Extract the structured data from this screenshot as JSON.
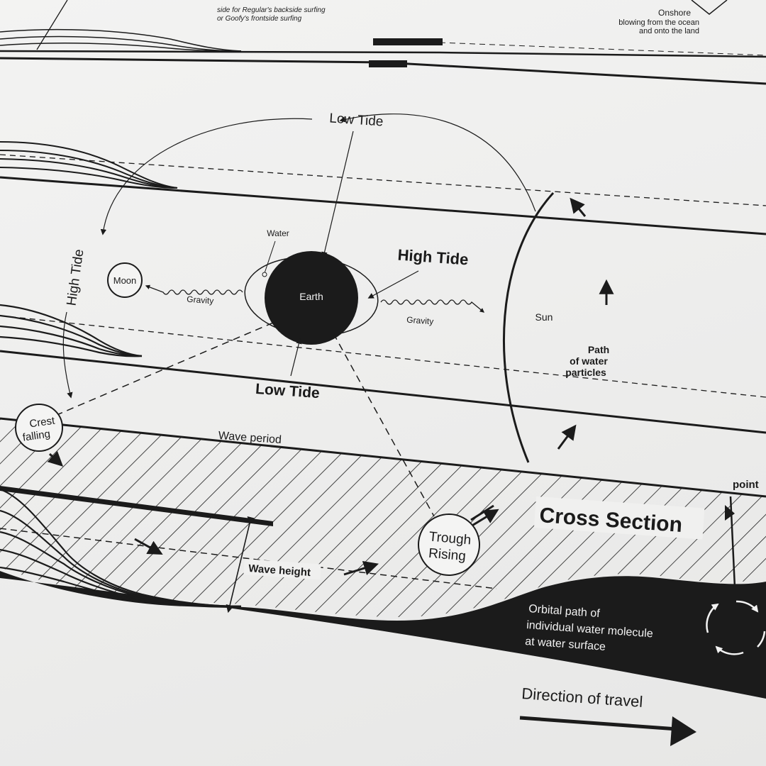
{
  "top_strip": {
    "note_line1": "side for Regular's backside surfing",
    "note_line2": "or Goofy's frontside surfing",
    "onshore_title": "Onshore",
    "onshore_desc1": "blowing from the ocean",
    "onshore_desc2": "and onto the land"
  },
  "tide": {
    "low_tide_top": "Low Tide",
    "low_tide_bottom": "Low Tide",
    "high_tide_left": "High Tide",
    "high_tide_right": "High Tide",
    "water": "Water",
    "earth": "Earth",
    "moon": "Moon",
    "gravity_left": "Gravity",
    "gravity_right": "Gravity",
    "sun": "Sun"
  },
  "wave": {
    "path_line1": "Path",
    "path_line2": "of water",
    "path_line3": "particles",
    "crest_line1": "Crest",
    "crest_line2": "falling",
    "wave_period": "Wave period",
    "point": "point",
    "cross_section": "Cross Section",
    "trough_line1": "Trough",
    "trough_line2": "Rising",
    "wave_height": "Wave height",
    "orbital_line1": "Orbital path of",
    "orbital_line2": "individual water molecule",
    "orbital_line3": "at water surface",
    "direction": "Direction of travel"
  },
  "colors": {
    "ink": "#1b1b1b",
    "paper": "#f0f0ef"
  }
}
